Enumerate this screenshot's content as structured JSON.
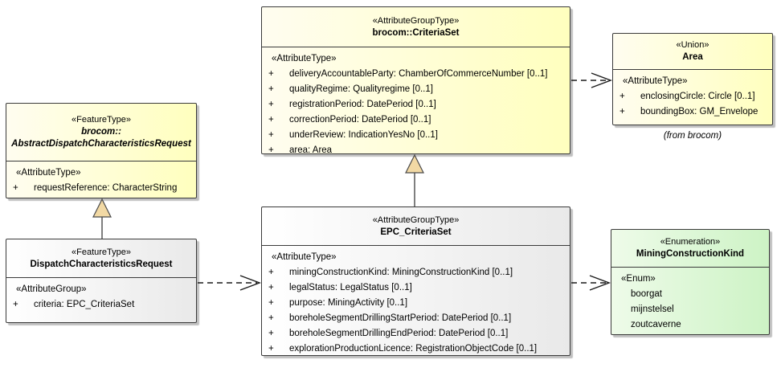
{
  "ui": {
    "plus": "+"
  },
  "colors": {
    "yellow_fill": "#FFFFBE",
    "green_fill": "#CDF3C5",
    "gray_fill": "#E9E9E9",
    "border": "#3A3A3A",
    "triangle_fill": "#F2D9A4"
  },
  "classes": {
    "criteriaset": {
      "stereotype": "«AttributeGroupType»",
      "name": "brocom::CriteriaSet",
      "section_label": "«AttributeType»",
      "attributes": [
        "deliveryAccountableParty: ChamberOfCommerceNumber [0..1]",
        "qualityRegime: Qualityregime [0..1]",
        "registrationPeriod: DatePeriod [0..1]",
        "correctionPeriod: DatePeriod [0..1]",
        "underReview: IndicationYesNo [0..1]",
        "area: Area"
      ]
    },
    "area": {
      "stereotype": "«Union»",
      "name": "Area",
      "section_label": "«AttributeType»",
      "attributes": [
        "enclosingCircle: Circle [0..1]",
        "boundingBox: GM_Envelope"
      ],
      "note": "(from brocom)"
    },
    "abstract_request": {
      "stereotype": "«FeatureType»",
      "name_line1": "brocom::",
      "name_line2": "AbstractDispatchCharacteristicsRequest",
      "section_label": "«AttributeType»",
      "attributes": [
        "requestReference: CharacterString"
      ]
    },
    "dispatch_request": {
      "stereotype": "«FeatureType»",
      "name": "DispatchCharacteristicsRequest",
      "section_label": "«AttributeGroup»",
      "attributes": [
        "criteria: EPC_CriteriaSet"
      ]
    },
    "epc_criteriaset": {
      "stereotype": "«AttributeGroupType»",
      "name": "EPC_CriteriaSet",
      "section_label": "«AttributeType»",
      "attributes": [
        "miningConstructionKind: MiningConstructionKind [0..1]",
        "legalStatus: LegalStatus [0..1]",
        "purpose: MiningActivity [0..1]",
        "boreholeSegmentDrillingStartPeriod: DatePeriod [0..1]",
        "boreholeSegmentDrillingEndPeriod: DatePeriod [0..1]",
        "explorationProductionLicence: RegistrationObjectCode [0..1]"
      ]
    },
    "mining_kind": {
      "stereotype": "«Enumeration»",
      "name": "MiningConstructionKind",
      "section_label": "«Enum»",
      "values": [
        "boorgat",
        "mijnstelsel",
        "zoutcaverne"
      ]
    }
  }
}
